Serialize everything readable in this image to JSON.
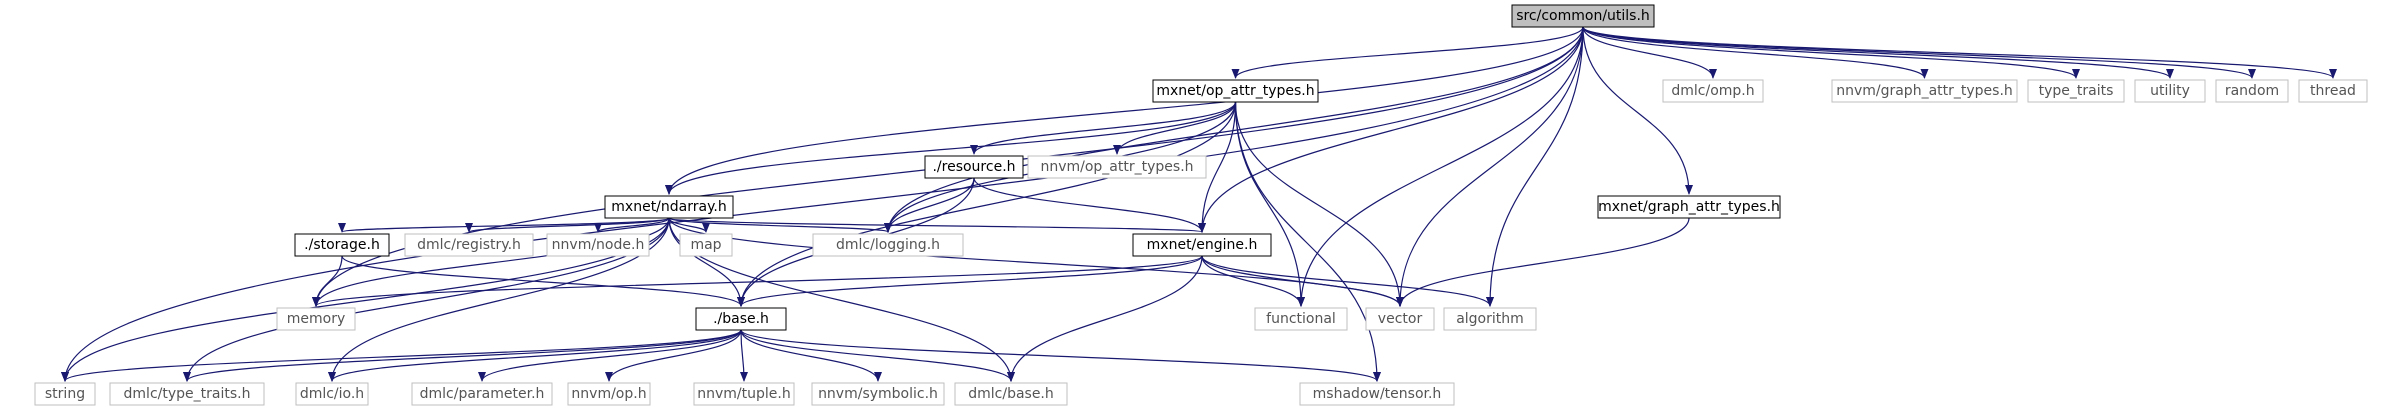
{
  "colors": {
    "edge": "#191970",
    "node_border": "#000000",
    "ext_border": "#bfbfbf",
    "root_fill": "#bfbfbf",
    "text": "#000000",
    "ext_text": "#555555"
  },
  "nodes": [
    {
      "id": "utils",
      "label": "src/common/utils.h",
      "kind": "root"
    },
    {
      "id": "op_attr_types",
      "label": "mxnet/op_attr_types.h",
      "kind": "local"
    },
    {
      "id": "ndarray",
      "label": "mxnet/ndarray.h",
      "kind": "local"
    },
    {
      "id": "resource",
      "label": "./resource.h",
      "kind": "local"
    },
    {
      "id": "graph_attr_types",
      "label": "mxnet/graph_attr_types.h",
      "kind": "local"
    },
    {
      "id": "storage",
      "label": "./storage.h",
      "kind": "local"
    },
    {
      "id": "engine",
      "label": "mxnet/engine.h",
      "kind": "local"
    },
    {
      "id": "base",
      "label": "./base.h",
      "kind": "local"
    },
    {
      "id": "dmlc_omp",
      "label": "dmlc/omp.h",
      "kind": "ext"
    },
    {
      "id": "nnvm_graph_attr",
      "label": "nnvm/graph_attr_types.h",
      "kind": "ext"
    },
    {
      "id": "type_traits",
      "label": "type_traits",
      "kind": "ext"
    },
    {
      "id": "utility",
      "label": "utility",
      "kind": "ext"
    },
    {
      "id": "random",
      "label": "random",
      "kind": "ext"
    },
    {
      "id": "thread",
      "label": "thread",
      "kind": "ext"
    },
    {
      "id": "nnvm_op_attr",
      "label": "nnvm/op_attr_types.h",
      "kind": "ext"
    },
    {
      "id": "dmlc_registry",
      "label": "dmlc/registry.h",
      "kind": "ext"
    },
    {
      "id": "nnvm_node",
      "label": "nnvm/node.h",
      "kind": "ext"
    },
    {
      "id": "map",
      "label": "map",
      "kind": "ext"
    },
    {
      "id": "dmlc_logging",
      "label": "dmlc/logging.h",
      "kind": "ext"
    },
    {
      "id": "memory",
      "label": "memory",
      "kind": "ext"
    },
    {
      "id": "functional",
      "label": "functional",
      "kind": "ext"
    },
    {
      "id": "vector",
      "label": "vector",
      "kind": "ext"
    },
    {
      "id": "algorithm",
      "label": "algorithm",
      "kind": "ext"
    },
    {
      "id": "string",
      "label": "string",
      "kind": "ext"
    },
    {
      "id": "dmlc_type_traits",
      "label": "dmlc/type_traits.h",
      "kind": "ext"
    },
    {
      "id": "dmlc_io",
      "label": "dmlc/io.h",
      "kind": "ext"
    },
    {
      "id": "dmlc_parameter",
      "label": "dmlc/parameter.h",
      "kind": "ext"
    },
    {
      "id": "nnvm_op",
      "label": "nnvm/op.h",
      "kind": "ext"
    },
    {
      "id": "nnvm_tuple",
      "label": "nnvm/tuple.h",
      "kind": "ext"
    },
    {
      "id": "nnvm_symbolic",
      "label": "nnvm/symbolic.h",
      "kind": "ext"
    },
    {
      "id": "dmlc_base",
      "label": "dmlc/base.h",
      "kind": "ext"
    },
    {
      "id": "mshadow_tensor",
      "label": "mshadow/tensor.h",
      "kind": "ext"
    }
  ],
  "edges": [
    [
      "utils",
      "op_attr_types"
    ],
    [
      "utils",
      "ndarray"
    ],
    [
      "utils",
      "graph_attr_types"
    ],
    [
      "utils",
      "engine"
    ],
    [
      "utils",
      "dmlc_omp"
    ],
    [
      "utils",
      "nnvm_graph_attr"
    ],
    [
      "utils",
      "type_traits"
    ],
    [
      "utils",
      "utility"
    ],
    [
      "utils",
      "random"
    ],
    [
      "utils",
      "thread"
    ],
    [
      "utils",
      "string"
    ],
    [
      "utils",
      "memory"
    ],
    [
      "utils",
      "dmlc_logging"
    ],
    [
      "utils",
      "functional"
    ],
    [
      "utils",
      "vector"
    ],
    [
      "utils",
      "algorithm"
    ],
    [
      "op_attr_types",
      "ndarray"
    ],
    [
      "op_attr_types",
      "resource"
    ],
    [
      "op_attr_types",
      "nnvm_op_attr"
    ],
    [
      "op_attr_types",
      "engine"
    ],
    [
      "op_attr_types",
      "dmlc_logging"
    ],
    [
      "op_attr_types",
      "functional"
    ],
    [
      "op_attr_types",
      "vector"
    ],
    [
      "op_attr_types",
      "base"
    ],
    [
      "op_attr_types",
      "mshadow_tensor"
    ],
    [
      "ndarray",
      "storage"
    ],
    [
      "ndarray",
      "dmlc_registry"
    ],
    [
      "ndarray",
      "nnvm_node"
    ],
    [
      "ndarray",
      "map"
    ],
    [
      "ndarray",
      "dmlc_logging"
    ],
    [
      "ndarray",
      "engine"
    ],
    [
      "ndarray",
      "memory"
    ],
    [
      "ndarray",
      "base"
    ],
    [
      "ndarray",
      "string"
    ],
    [
      "ndarray",
      "dmlc_type_traits"
    ],
    [
      "ndarray",
      "dmlc_io"
    ],
    [
      "ndarray",
      "dmlc_base"
    ],
    [
      "ndarray",
      "vector"
    ],
    [
      "resource",
      "dmlc_logging"
    ],
    [
      "resource",
      "engine"
    ],
    [
      "resource",
      "base"
    ],
    [
      "graph_attr_types",
      "vector"
    ],
    [
      "storage",
      "memory"
    ],
    [
      "storage",
      "base"
    ],
    [
      "engine",
      "memory"
    ],
    [
      "engine",
      "base"
    ],
    [
      "engine",
      "functional"
    ],
    [
      "engine",
      "vector"
    ],
    [
      "engine",
      "algorithm"
    ],
    [
      "engine",
      "dmlc_base"
    ],
    [
      "base",
      "string"
    ],
    [
      "base",
      "dmlc_type_traits"
    ],
    [
      "base",
      "dmlc_io"
    ],
    [
      "base",
      "dmlc_parameter"
    ],
    [
      "base",
      "nnvm_op"
    ],
    [
      "base",
      "nnvm_tuple"
    ],
    [
      "base",
      "nnvm_symbolic"
    ],
    [
      "base",
      "dmlc_base"
    ],
    [
      "base",
      "mshadow_tensor"
    ]
  ]
}
